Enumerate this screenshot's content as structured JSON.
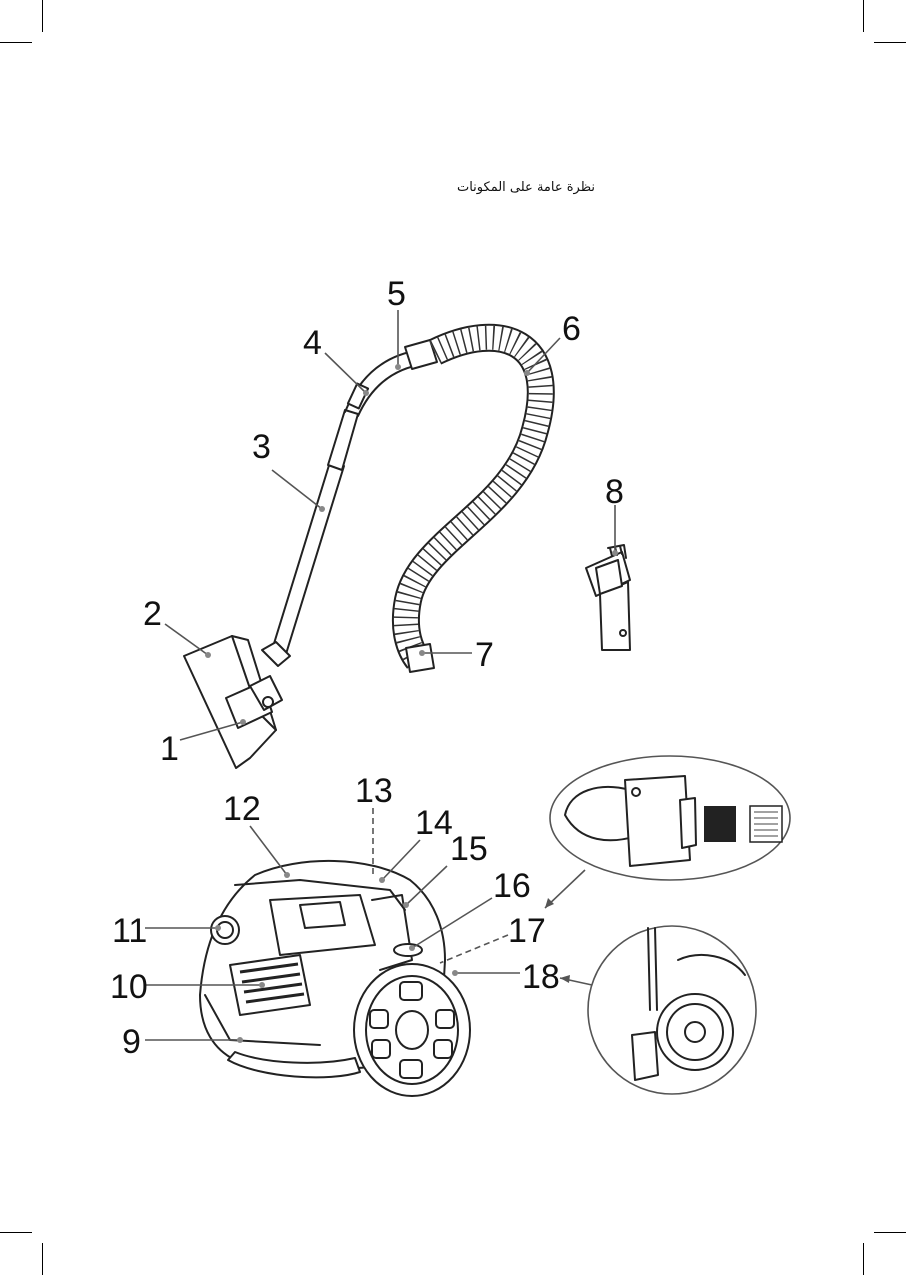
{
  "heading": "نظرة عامة على المكونات",
  "labels": [
    "1",
    "2",
    "3",
    "4",
    "5",
    "6",
    "7",
    "8",
    "9",
    "10",
    "11",
    "12",
    "13",
    "14",
    "15",
    "16",
    "17",
    "18"
  ]
}
